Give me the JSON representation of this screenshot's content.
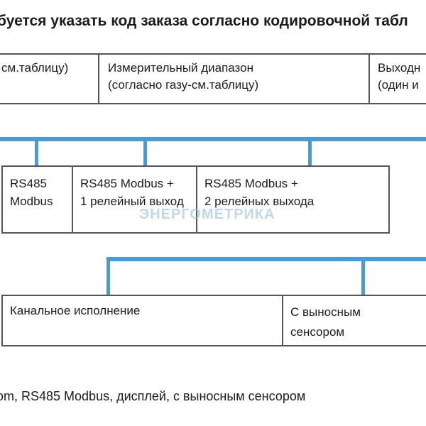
{
  "title": "буется указать код заказа согласно кодировочной табл",
  "row1": {
    "cell1_line1": "см.таблицу)",
    "cell2_line1": "Измерительный диапазон",
    "cell2_line2": "(согласно газу-см.таблицу)",
    "cell3_line1": "Выходн",
    "cell3_line2": "(один и"
  },
  "row2": {
    "cell1_line1": "RS485",
    "cell1_line2": "Modbus",
    "cell2_line1": "RS485 Modbus +",
    "cell2_line2": "1 релейный выход",
    "cell3_line1": "RS485 Modbus +",
    "cell3_line2": "2 релейных выхода"
  },
  "row3": {
    "cell1_line1": "Канальное исполнение",
    "cell2_line1": "С выносным",
    "cell2_line2": "сенсором"
  },
  "watermark": "ЭНЕРГОМЕТРИКА",
  "footer": "om, RS485 Modbus, дисплей, с выносным сенсором",
  "colors": {
    "connector_blue": "#4a9bd5",
    "border_gray": "#565656",
    "text": "#1c1c1c",
    "watermark_blue": "#9dc4e4"
  }
}
